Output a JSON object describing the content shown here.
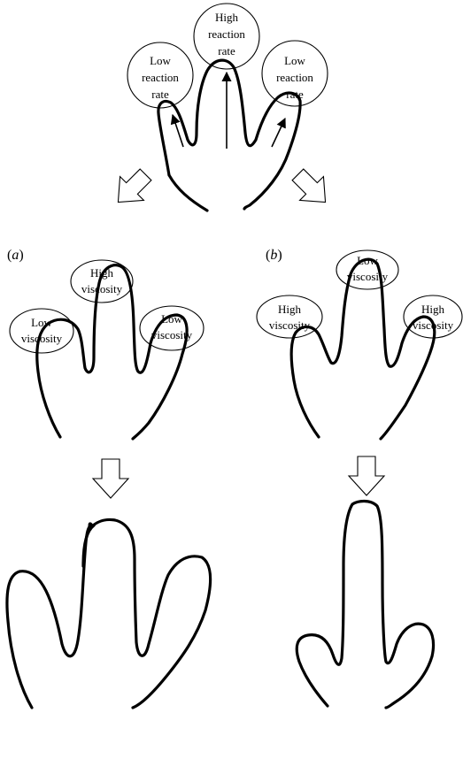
{
  "top": {
    "center_bubble": [
      "High",
      "reaction",
      "rate"
    ],
    "left_bubble": [
      "Low",
      "reaction",
      "rate"
    ],
    "right_bubble": [
      "Low",
      "reaction",
      "rate"
    ]
  },
  "panel_a": {
    "label": "a",
    "center_bubble": [
      "High",
      "viscosity"
    ],
    "left_bubble": [
      "Low",
      "viscosity"
    ],
    "right_bubble": [
      "Low",
      "viscosity"
    ]
  },
  "panel_b": {
    "label": "b",
    "center_bubble": [
      "Low",
      "viscosity"
    ],
    "left_bubble": [
      "High",
      "viscosity"
    ],
    "right_bubble": [
      "High",
      "viscosity"
    ]
  }
}
